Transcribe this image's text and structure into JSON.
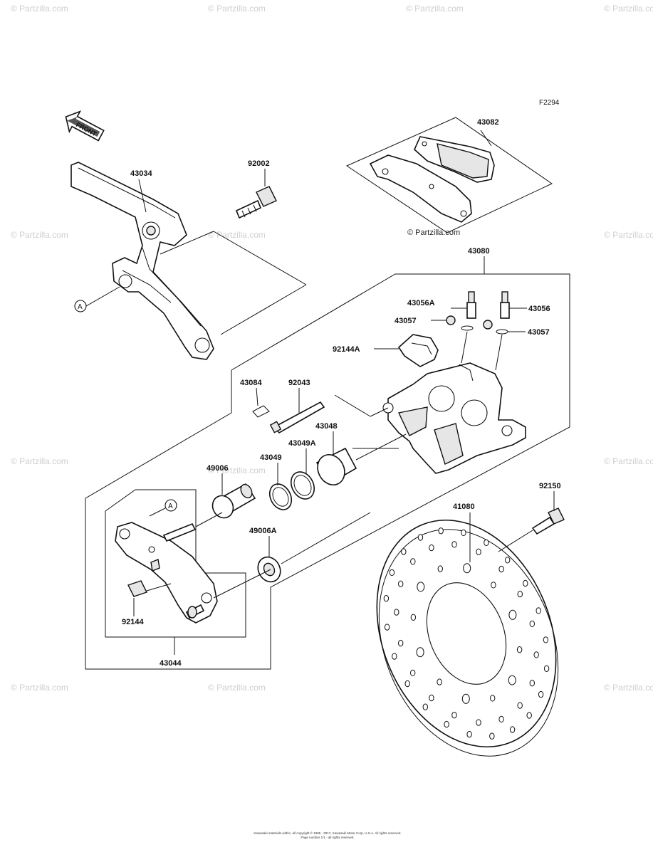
{
  "figure_code": "F2294",
  "front_label": "FRONT",
  "reference_marker": "A",
  "watermark": "© Partzilla.com",
  "partzilla_credit": "© Partzilla.com",
  "parts": [
    "43082",
    "43034",
    "92002",
    "43080",
    "43056A",
    "43056",
    "43057",
    "43057",
    "92144A",
    "43084",
    "92043",
    "43048",
    "43049A",
    "43049",
    "49006",
    "49006A",
    "92150",
    "41080",
    "92144",
    "43044"
  ],
  "copyright_lines": [
    "Kawasaki materials within, all copyright © 1995 - 2017, Kawasaki Motor Corp. U.S.A. All rights reserved.",
    "Page number 1/1 - all rights reserved."
  ]
}
